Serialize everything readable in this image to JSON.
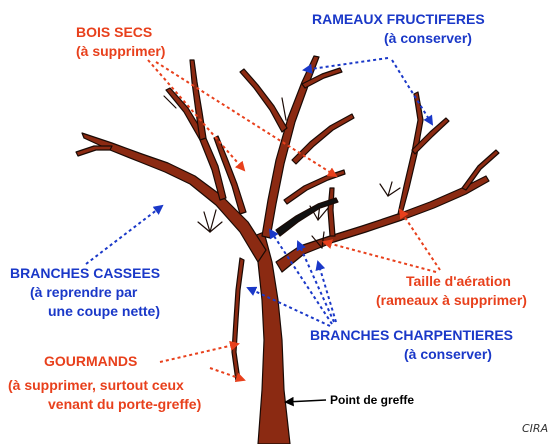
{
  "colors": {
    "red_label": "#e8401c",
    "blue_label": "#1a38c8",
    "trunk": "#8b2a12",
    "outline": "#000000"
  },
  "labels": {
    "bois_secs": "BOIS SECS",
    "bois_secs_sub": "(à supprimer)",
    "rameaux": "RAMEAUX FRUCTIFERES",
    "rameaux_sub": "(à conserver)",
    "cassees": "BRANCHES CASSEES",
    "cassees_sub1": "(à reprendre par",
    "cassees_sub2": "une coupe nette)",
    "taille": "Taille d'aération",
    "taille_sub": "(rameaux à supprimer)",
    "charpentieres": "BRANCHES CHARPENTIERES",
    "charpentieres_sub": "(à conserver)",
    "gourmands": "GOURMANDS",
    "gourmands_sub1": "(à supprimer, surtout ceux",
    "gourmands_sub2": "venant du porte-greffe)",
    "greffe": "Point de greffe",
    "credit": "CIRA"
  }
}
